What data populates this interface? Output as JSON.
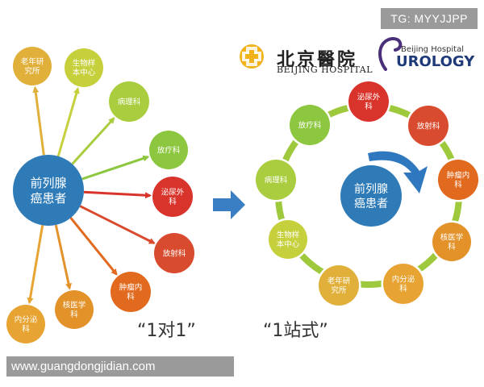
{
  "left_diagram": {
    "hub": {
      "line1": "前列腺",
      "line2": "癌患者",
      "color": "#2e7bb8"
    },
    "nodes": [
      {
        "id": "aging",
        "lines": [
          "老年研",
          "究所"
        ],
        "color": "#e0b03a"
      },
      {
        "id": "biobank",
        "lines": [
          "生物样",
          "本中心"
        ],
        "color": "#c6cf3c"
      },
      {
        "id": "pathology",
        "lines": [
          "病理科"
        ],
        "color": "#a9cd3e"
      },
      {
        "id": "radiotherapy",
        "lines": [
          "放疗科"
        ],
        "color": "#8dc63f"
      },
      {
        "id": "urology",
        "lines": [
          "泌尿外",
          "科"
        ],
        "color": "#d9342b"
      },
      {
        "id": "radiology",
        "lines": [
          "放射科"
        ],
        "color": "#d94b2e"
      },
      {
        "id": "oncology",
        "lines": [
          "肿瘤内",
          "科"
        ],
        "color": "#e26a1e"
      },
      {
        "id": "nuclear",
        "lines": [
          "核医学",
          "科"
        ],
        "color": "#e3922a"
      },
      {
        "id": "endocrine",
        "lines": [
          "内分泌",
          "科"
        ],
        "color": "#e7a433"
      }
    ]
  },
  "right_diagram": {
    "hub": {
      "line1": "前列腺",
      "line2": "癌患者",
      "color": "#2e7bb8"
    },
    "ring_color": "#9fc93c",
    "nodes": [
      {
        "id": "urology",
        "lines": [
          "泌尿外",
          "科"
        ],
        "color": "#d9342b"
      },
      {
        "id": "radiology",
        "lines": [
          "放射科"
        ],
        "color": "#d94b2e"
      },
      {
        "id": "oncology",
        "lines": [
          "肿瘤内",
          "科"
        ],
        "color": "#e26a1e"
      },
      {
        "id": "nuclear",
        "lines": [
          "核医学",
          "科"
        ],
        "color": "#e3922a"
      },
      {
        "id": "endocrine",
        "lines": [
          "内分泌",
          "科"
        ],
        "color": "#e7a433"
      },
      {
        "id": "aging",
        "lines": [
          "老年研",
          "究所"
        ],
        "color": "#e0b03a"
      },
      {
        "id": "biobank",
        "lines": [
          "生物样",
          "本中心"
        ],
        "color": "#c6cf3c"
      },
      {
        "id": "pathology",
        "lines": [
          "病理科"
        ],
        "color": "#a9cd3e"
      },
      {
        "id": "radiotherapy",
        "lines": [
          "放疗科"
        ],
        "color": "#8dc63f"
      }
    ]
  },
  "captions": {
    "one_to_one": "“1对1”",
    "one_stop": "“1站式”"
  },
  "logos": {
    "hospital_cn": "北京醫院",
    "hospital_en": "BEIJING HOSPITAL",
    "urology_small": "Beijing Hospital",
    "urology_big": "UROLOGY"
  },
  "watermarks": {
    "tg": "TG: MYYJJPP",
    "url": "www.guangdongjidian.com"
  },
  "colors": {
    "arrow_blue": "#3a7fc4",
    "cycle_arrow": "#2f78bf"
  }
}
